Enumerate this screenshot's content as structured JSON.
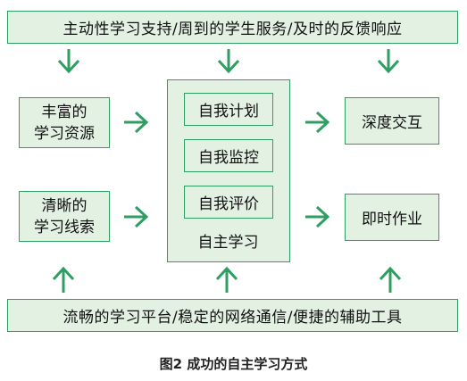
{
  "diagram": {
    "top_banner": "主动性学习支持/周到的学生服务/及时的反馈响应",
    "bottom_banner": "流畅的学习平台/稳定的网络通信/便捷的辅助工具",
    "left_boxes": [
      {
        "line1": "丰富的",
        "line2": "学习资源"
      },
      {
        "line1": "清晰的",
        "line2": "学习线索"
      }
    ],
    "center": {
      "items": [
        "自我计划",
        "自我监控",
        "自我评价"
      ],
      "label": "自主学习"
    },
    "right_boxes": [
      "深度交互",
      "即时作业"
    ],
    "caption": "图2  成功的自主学习方式",
    "colors": {
      "box_fill": "#e3f1e3",
      "box_border": "#2f9e62",
      "arrow": "#2f9e62"
    }
  }
}
